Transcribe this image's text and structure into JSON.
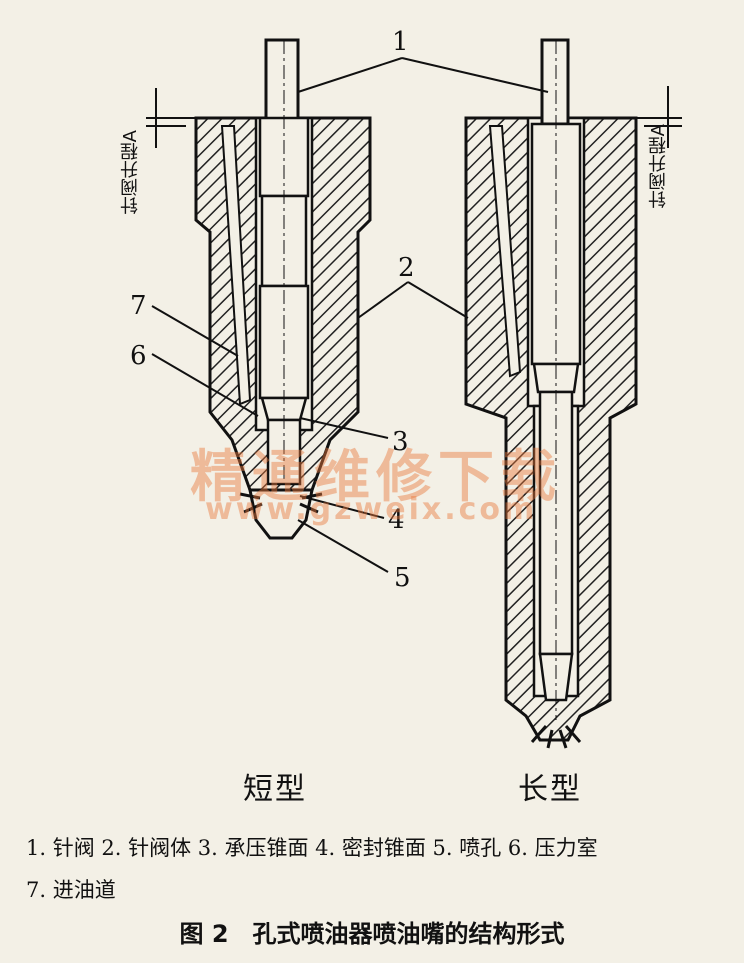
{
  "labels": {
    "n1": "1",
    "n2": "2",
    "n3": "3",
    "n4": "4",
    "n5": "5",
    "n6": "6",
    "n7": "7",
    "lift_left": "针阀升程A",
    "lift_right": "针阀升程A"
  },
  "types": {
    "short": "短型",
    "long": "长型"
  },
  "legend": {
    "line1": "1. 针阀 2. 针阀体 3. 承压锥面 4. 密封锥面 5. 喷孔 6. 压力室",
    "line2": "7. 进油道"
  },
  "caption": "图 2　孔式喷油器喷油嘴的结构形式",
  "watermark": {
    "cn": "精通维修下载",
    "url": "www.gzweix.com"
  }
}
